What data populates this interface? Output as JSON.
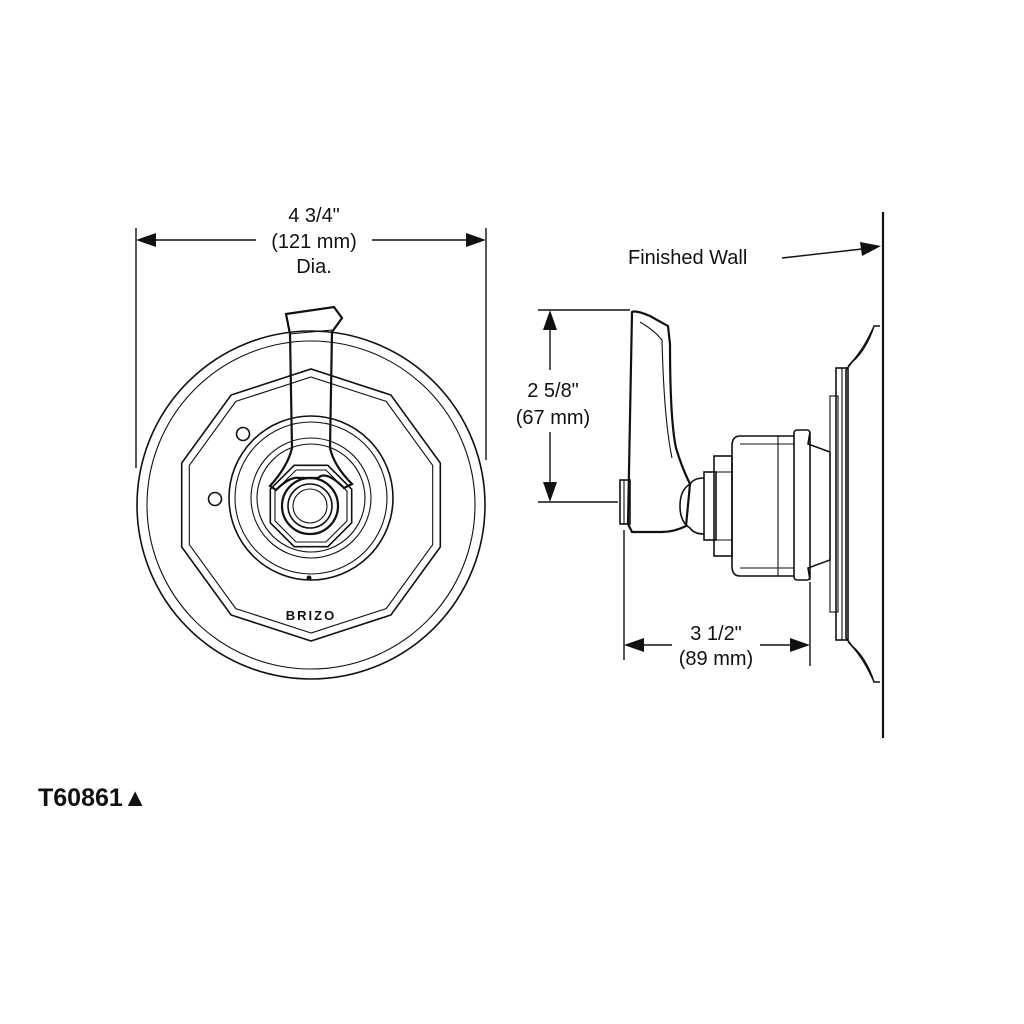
{
  "diameter": {
    "line1": "4 3/4\"",
    "line2": "(121 mm)",
    "line3": "Dia."
  },
  "height": {
    "line1": "2 5/8\"",
    "line2": "(67 mm)"
  },
  "depth": {
    "line1": "3 1/2\"",
    "line2": "(89 mm)"
  },
  "wall_label": "Finished Wall",
  "brand_mark": "BRIZO",
  "model_number": "T60861▲"
}
